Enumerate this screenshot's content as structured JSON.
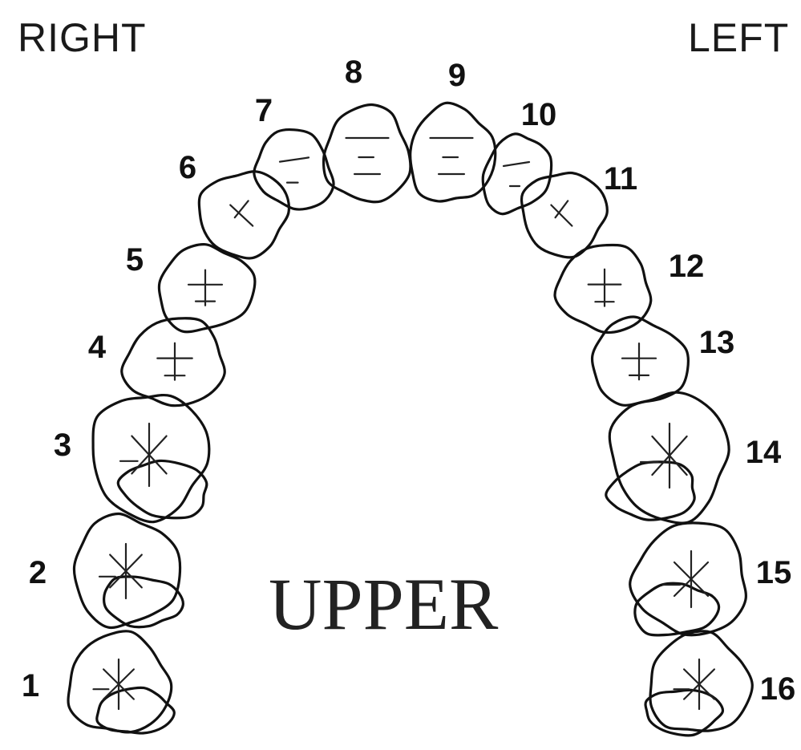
{
  "sides": {
    "right": "RIGHT",
    "left": "LEFT"
  },
  "arch_title": "UPPER",
  "teeth": [
    {
      "number": "1",
      "kind": "molar"
    },
    {
      "number": "2",
      "kind": "molar"
    },
    {
      "number": "3",
      "kind": "molar"
    },
    {
      "number": "4",
      "kind": "premolar"
    },
    {
      "number": "5",
      "kind": "premolar"
    },
    {
      "number": "6",
      "kind": "canine"
    },
    {
      "number": "7",
      "kind": "lateral-incisor"
    },
    {
      "number": "8",
      "kind": "central-incisor"
    },
    {
      "number": "9",
      "kind": "central-incisor"
    },
    {
      "number": "10",
      "kind": "lateral-incisor"
    },
    {
      "number": "11",
      "kind": "canine"
    },
    {
      "number": "12",
      "kind": "premolar"
    },
    {
      "number": "13",
      "kind": "premolar"
    },
    {
      "number": "14",
      "kind": "molar"
    },
    {
      "number": "15",
      "kind": "molar"
    },
    {
      "number": "16",
      "kind": "molar"
    }
  ]
}
